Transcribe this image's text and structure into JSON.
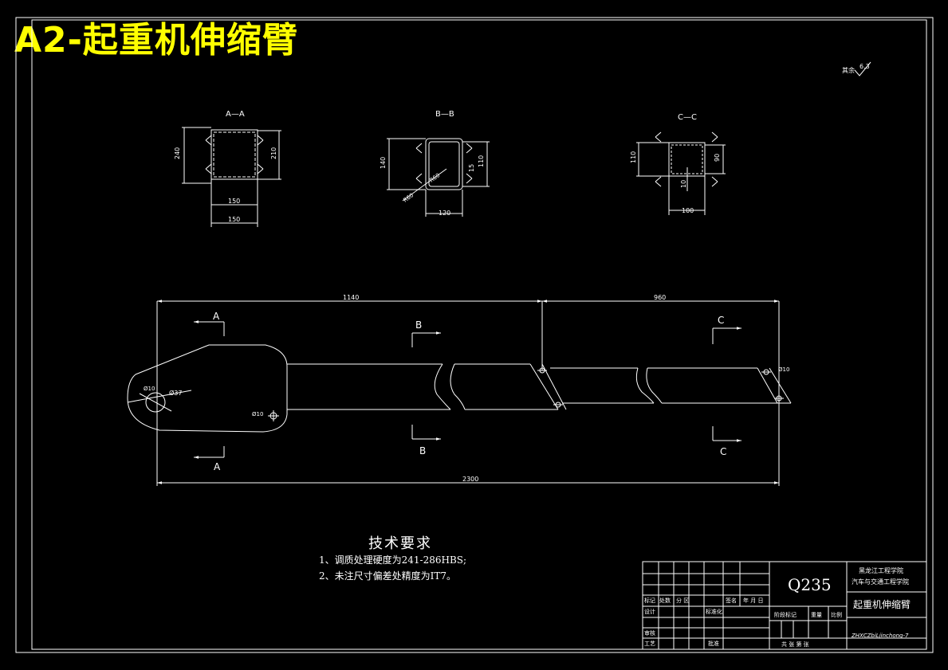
{
  "header": {
    "title": "A2-起重机伸缩臂"
  },
  "surface_note": {
    "label": "其余",
    "roughness": "6.3"
  },
  "sections": {
    "aa": {
      "label": "A—A",
      "dim_height_left": "240",
      "dim_height_right": "210",
      "dim_inner_width": "150",
      "dim_outer_width": "150"
    },
    "bb": {
      "label": "B—B",
      "dim_height_left": "140",
      "dim_height_right": "110",
      "dim_thickness": "15",
      "dim_width": "120",
      "dim_r1": "R60",
      "dim_r2": "R60"
    },
    "cc": {
      "label": "C—C",
      "dim_height_left": "110",
      "dim_height_right": "90",
      "dim_thickness": "10",
      "dim_width": "100"
    }
  },
  "main_view": {
    "dim_segment1": "1140",
    "dim_segment2": "960",
    "dim_total": "2300",
    "dia_pin": "Ø37",
    "dia_hole_left": "Ø10",
    "dia_hole_mid": "Ø10",
    "dia_hole_end": "Ø10",
    "cut_a": "A",
    "cut_b": "B",
    "cut_c": "C"
  },
  "tech_requirements": {
    "title": "技术要求",
    "items": [
      "1、调质处理硬度为241-286HBS;",
      "2、未注尺寸偏差处精度为IT7。"
    ]
  },
  "title_block": {
    "material": "Q235",
    "school_line1": "黑龙江工程学院",
    "school_line2": "汽车与交通工程学院",
    "part_name": "起重机伸缩臂",
    "drawing_no": "ZHXCZbiLjinchong-7",
    "labels": {
      "mark": "标记",
      "count": "处数",
      "zone": "分 区",
      "signature": "签名",
      "date": "年 月 日",
      "design": "设计",
      "standardize": "标准化",
      "stage_mark": "阶段标记",
      "weight": "重量",
      "scale": "比例",
      "review": "审核",
      "process": "工艺",
      "approve": "批准",
      "total_sheets": "共  张  第  张"
    }
  }
}
